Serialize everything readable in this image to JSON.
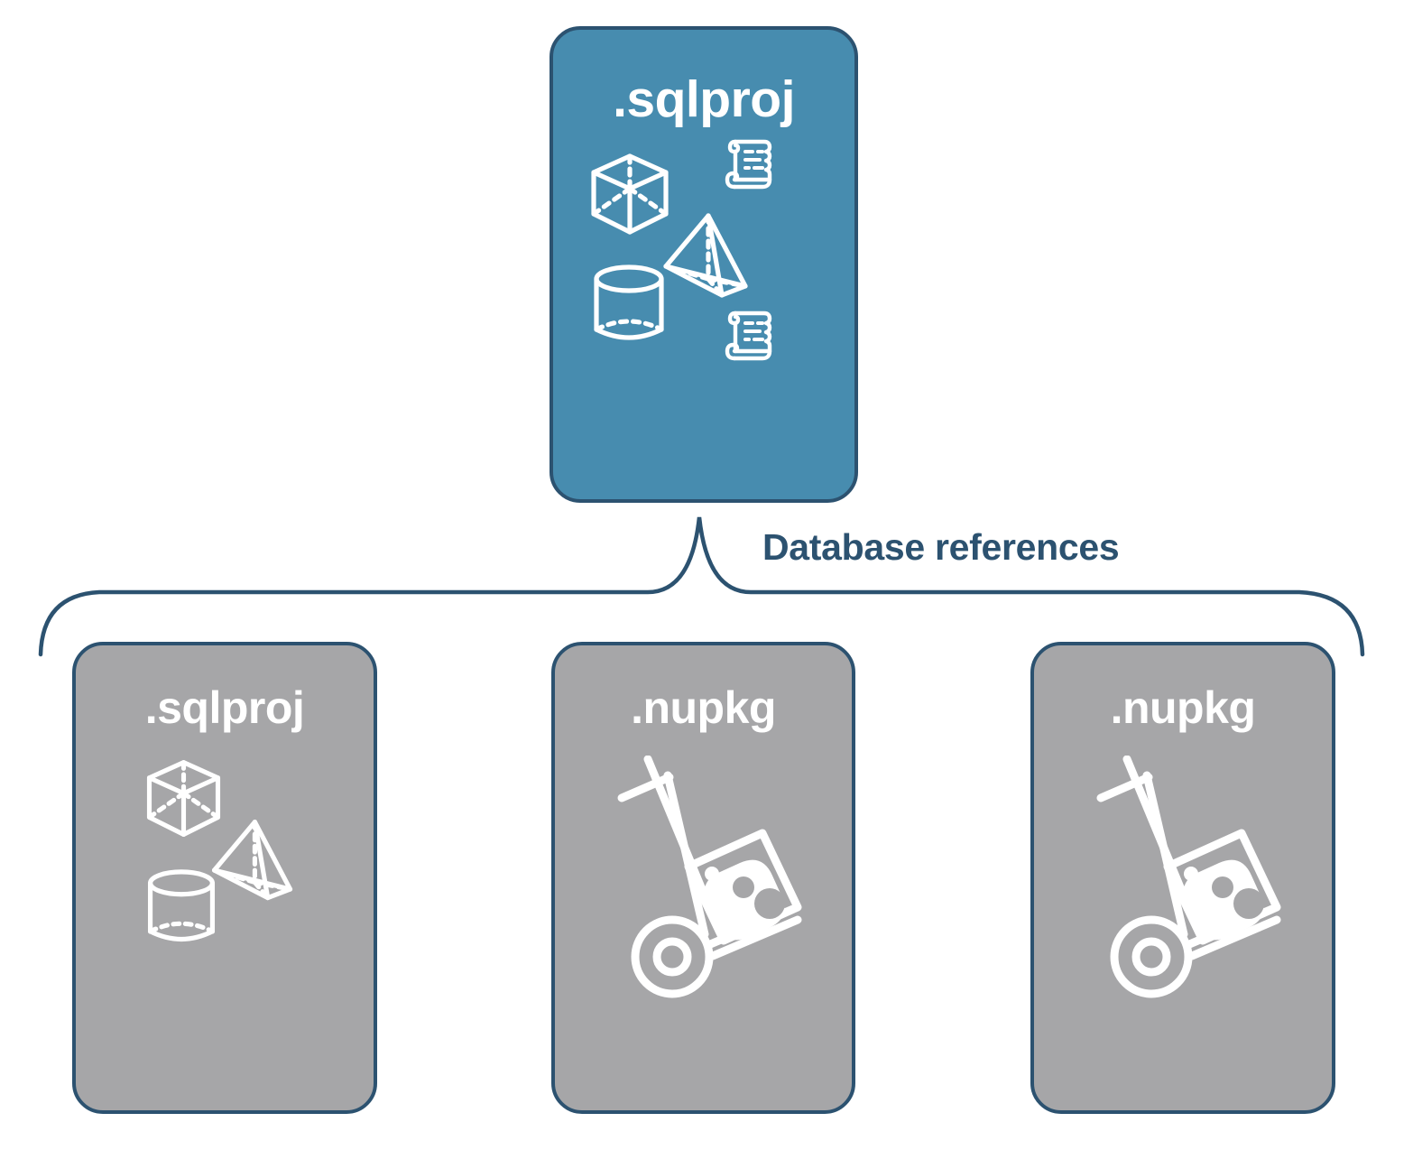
{
  "diagram": {
    "title_text": "Database references",
    "colors": {
      "primary_fill": "#478CAF",
      "secondary_fill": "#A6A6A8",
      "stroke": "#2C5270",
      "glyph": "#FFFFFF",
      "background": "#FFFFFF"
    },
    "root": {
      "label": ".sqlproj",
      "icons": [
        "cube-icon",
        "pyramid-icon",
        "cylinder-icon",
        "scroll-icon",
        "scroll-icon"
      ]
    },
    "connector": {
      "label": "Database references",
      "style": "curly-brace",
      "branches": 3
    },
    "references": [
      {
        "label": ".sqlproj",
        "kind": "sqlproj",
        "icons": [
          "cube-icon",
          "pyramid-icon",
          "cylinder-icon"
        ]
      },
      {
        "label": ".nupkg",
        "kind": "nupkg",
        "icons": [
          "hand-truck-package-icon"
        ]
      },
      {
        "label": ".nupkg",
        "kind": "nupkg",
        "icons": [
          "hand-truck-package-icon"
        ]
      }
    ]
  }
}
